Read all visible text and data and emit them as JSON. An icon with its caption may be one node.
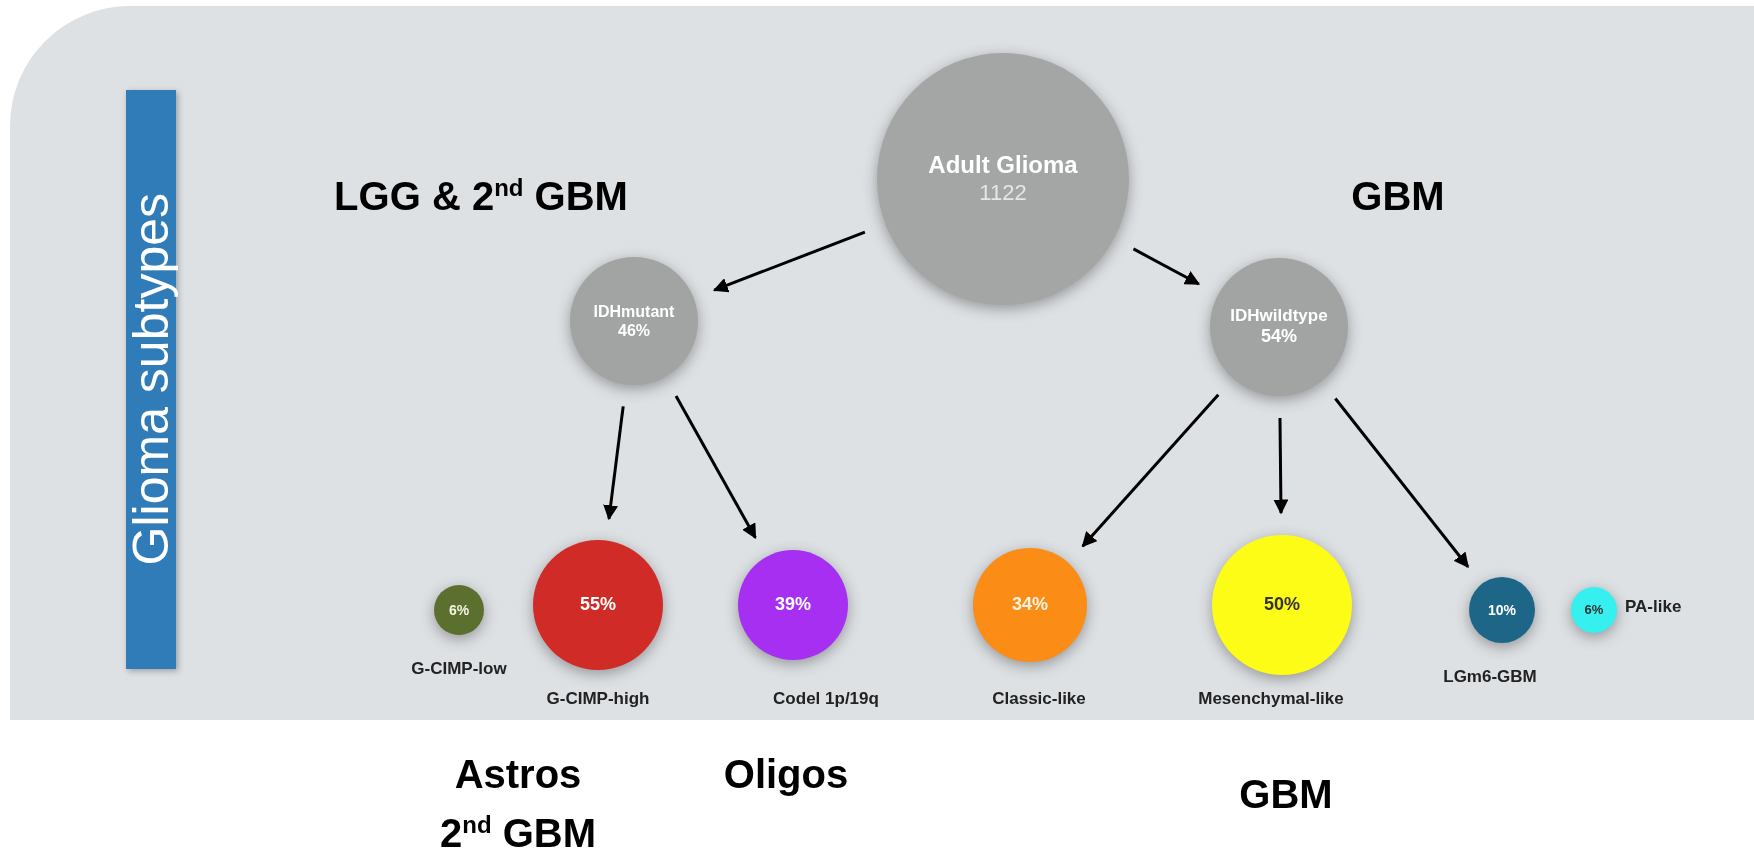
{
  "diagram": {
    "nodes": [
      {
        "text": [
          "Glioma subtypes"
        ]
      },
      {
        "text": [
          "Adult Glioma",
          "1122"
        ]
      },
      {
        "text": [
          "IDHmutant",
          "46%"
        ]
      },
      {
        "text": [
          "IDHwildtype",
          "54%"
        ]
      },
      {
        "text": [
          "6%"
        ],
        "beside": [
          "G-CIMP-low"
        ]
      },
      {
        "text": [
          "55%"
        ],
        "beside": [
          "G-CIMP-high"
        ]
      },
      {
        "text": [
          "39%"
        ],
        "beside": [
          "Codel 1p/19q"
        ]
      },
      {
        "text": [
          "34%"
        ],
        "beside": [
          "Classic-like"
        ]
      },
      {
        "text": [
          "50%"
        ],
        "beside": [
          "Mesenchymal-like"
        ]
      },
      {
        "text": [
          "10%"
        ],
        "beside": [
          "LGm6-GBM"
        ]
      },
      {
        "text": [
          "6%"
        ],
        "beside": [
          "PA-like"
        ]
      }
    ],
    "edges": [
      {
        "from": 1,
        "to": 2,
        "arrow": "to"
      },
      {
        "from": 1,
        "to": 3,
        "arrow": "to"
      },
      {
        "from": 2,
        "to": 5,
        "arrow": "to"
      },
      {
        "from": 2,
        "to": 6,
        "arrow": "to"
      },
      {
        "from": 3,
        "to": 7,
        "arrow": "to"
      },
      {
        "from": 3,
        "to": 8,
        "arrow": "to"
      },
      {
        "from": 3,
        "to": 9,
        "arrow": "to"
      }
    ],
    "labels": [
      "LGG & 2$^{nd}$ GBM",
      "GBM",
      "Astros",
      "2$^{nd}$ GBM",
      "Oligos",
      "GBM"
    ]
  }
}
